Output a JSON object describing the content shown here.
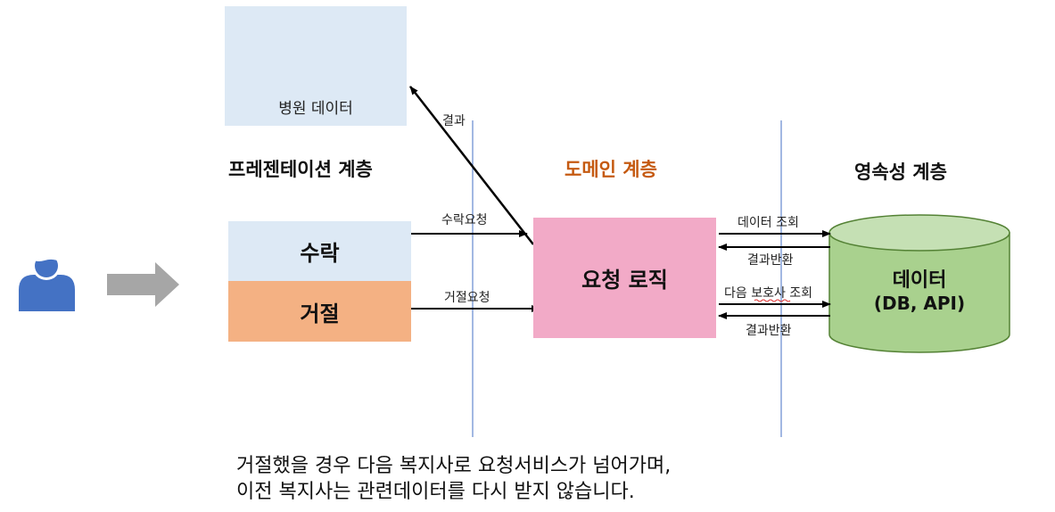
{
  "hospital": {
    "label": "병원 데이터"
  },
  "layers": {
    "presentation": "프레젠테이션 계층",
    "domain": "도메인 계층",
    "persistence": "영속성 계층"
  },
  "presentation": {
    "accept": "수락",
    "reject": "거절"
  },
  "domain": {
    "logic": "요청 로직"
  },
  "persistence": {
    "line1": "데이터",
    "line2": "(DB, API)"
  },
  "arrows": {
    "result_up": "결과",
    "accept_request": "수락요청",
    "reject_request": "거절요청",
    "data_query": "데이터 조회",
    "result_return_1": "결과반환",
    "next_query": "다음 보호사 조회",
    "result_return_2": "결과반환"
  },
  "note": {
    "line1": "거절했을 경우 다음 복지사로 요청서비스가 넘어가며,",
    "line2": "이전 복지사는 관련데이터를 다시 받지 않습니다."
  },
  "colors": {
    "domain_title": "#c55a11",
    "hospital_box": "#dde9f5",
    "reject_box": "#f4b183",
    "logic_box": "#f2aac7",
    "db_fill": "#a9d18e",
    "user_icon": "#4472c4",
    "cross": "#c00000"
  }
}
